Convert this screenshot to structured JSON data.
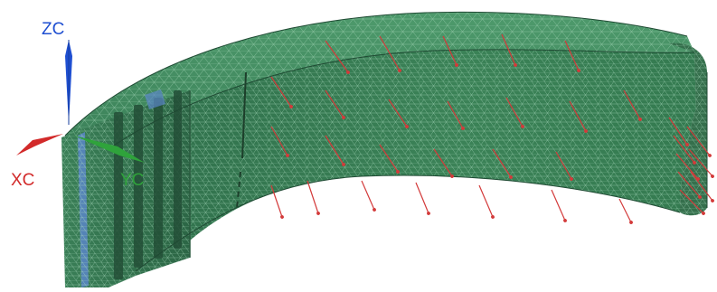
{
  "viewport": {
    "background": "#ffffff"
  },
  "model": {
    "name": "meshed-curved-block",
    "surface_color": "#3e8a5f",
    "surface_dark": "#2f6f4b",
    "surface_light": "#5aa17a",
    "mesh_line_color": "#9fd1b3",
    "load_arrow_color": "#d33a3a",
    "constraint_color": "#5b86c8"
  },
  "triad": {
    "axes": [
      {
        "id": "zc",
        "label": "ZC",
        "color": "#1f4fd1"
      },
      {
        "id": "xc",
        "label": "XC",
        "color": "#d22a2a"
      },
      {
        "id": "yc",
        "label": "YC",
        "color": "#2fa33b"
      }
    ]
  }
}
